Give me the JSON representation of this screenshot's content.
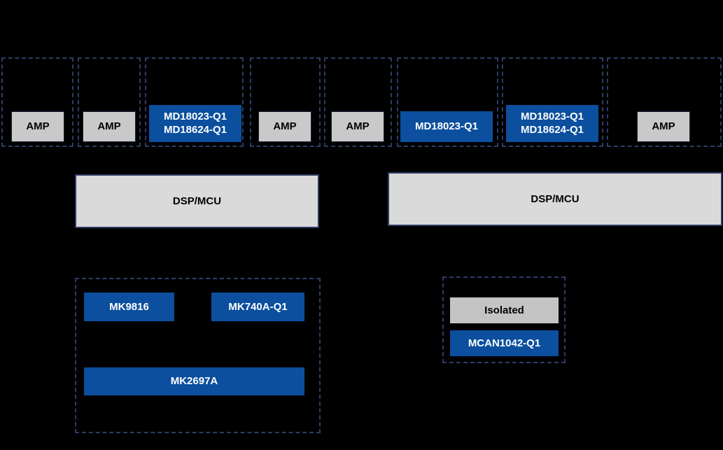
{
  "diagram": {
    "background_color": "#000000",
    "accent_blue": "#0b4f9e",
    "gray_fill": "#c9c9c9",
    "dashed_border_color": "#2d3c64",
    "dsp_fill": "#dadada",
    "dsp_border": "#2d3c64"
  },
  "top_row": {
    "groups": [
      {
        "id": "group-1",
        "chip_type": "gray",
        "labels": [
          "AMP"
        ]
      },
      {
        "id": "group-2",
        "chip_type": "gray",
        "labels": [
          "AMP"
        ]
      },
      {
        "id": "group-3",
        "chip_type": "blue",
        "labels": [
          "MD18023-Q1",
          "MD18624-Q1"
        ]
      },
      {
        "id": "group-4",
        "chip_type": "gray",
        "labels": [
          "AMP"
        ]
      },
      {
        "id": "group-5",
        "chip_type": "gray",
        "labels": [
          "AMP"
        ]
      },
      {
        "id": "group-6",
        "chip_type": "blue",
        "labels": [
          "MD18023-Q1"
        ]
      },
      {
        "id": "group-7",
        "chip_type": "blue",
        "labels": [
          "MD18023-Q1",
          "MD18624-Q1"
        ]
      },
      {
        "id": "group-8",
        "chip_type": "gray",
        "labels": [
          "AMP"
        ]
      }
    ]
  },
  "processor_row": {
    "left": {
      "label": "DSP/MCU"
    },
    "right": {
      "label": "DSP/MCU"
    }
  },
  "bottom_left_group": {
    "chips": [
      {
        "label": "MK9816",
        "type": "blue"
      },
      {
        "label": "MK740A-Q1",
        "type": "blue"
      },
      {
        "label": "MK2697A",
        "type": "blue"
      }
    ]
  },
  "bottom_right_group": {
    "chips": [
      {
        "label": "Isolated",
        "type": "gray"
      },
      {
        "label": "MCAN1042-Q1",
        "type": "blue"
      }
    ]
  }
}
